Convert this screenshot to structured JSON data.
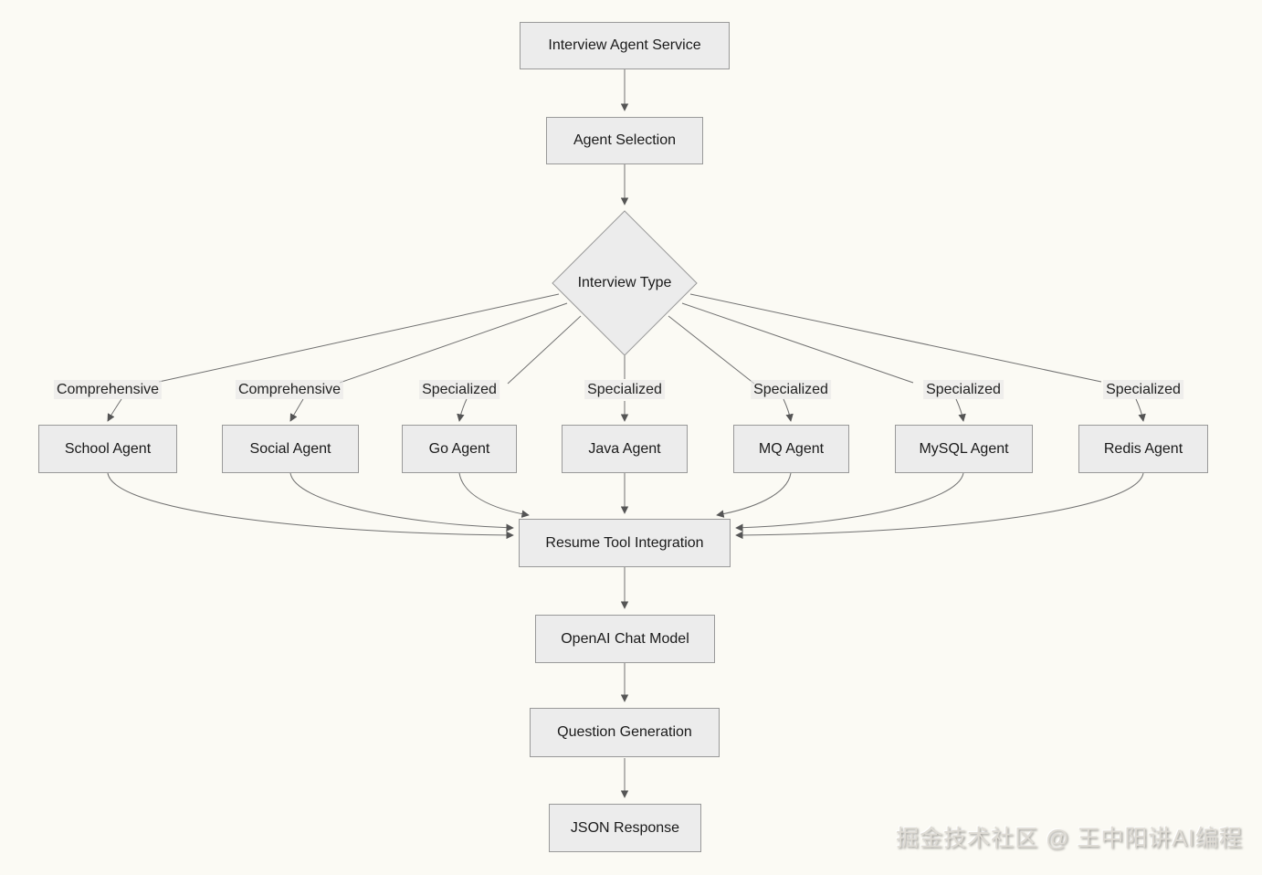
{
  "diagram": {
    "nodes": {
      "interview_agent_service": {
        "label": "Interview Agent Service"
      },
      "agent_selection": {
        "label": "Agent Selection"
      },
      "interview_type": {
        "label": "Interview Type"
      },
      "school_agent": {
        "label": "School Agent"
      },
      "social_agent": {
        "label": "Social Agent"
      },
      "go_agent": {
        "label": "Go Agent"
      },
      "java_agent": {
        "label": "Java Agent"
      },
      "mq_agent": {
        "label": "MQ Agent"
      },
      "mysql_agent": {
        "label": "MySQL Agent"
      },
      "redis_agent": {
        "label": "Redis Agent"
      },
      "resume_tool_integration": {
        "label": "Resume Tool Integration"
      },
      "openai_chat_model": {
        "label": "OpenAI Chat Model"
      },
      "question_generation": {
        "label": "Question Generation"
      },
      "json_response": {
        "label": "JSON Response"
      }
    },
    "edge_labels": {
      "school": "Comprehensive",
      "social": "Comprehensive",
      "go": "Specialized",
      "java": "Specialized",
      "mq": "Specialized",
      "mysql": "Specialized",
      "redis": "Specialized"
    },
    "colors": {
      "background": "#fbfaf4",
      "node_fill": "#ececec",
      "node_border": "#999999",
      "edge_line": "#707070",
      "arrowhead": "#555555",
      "text": "#1a1a1a"
    }
  },
  "watermark": {
    "text": "掘金技术社区 @ 王中阳讲AI编程"
  }
}
